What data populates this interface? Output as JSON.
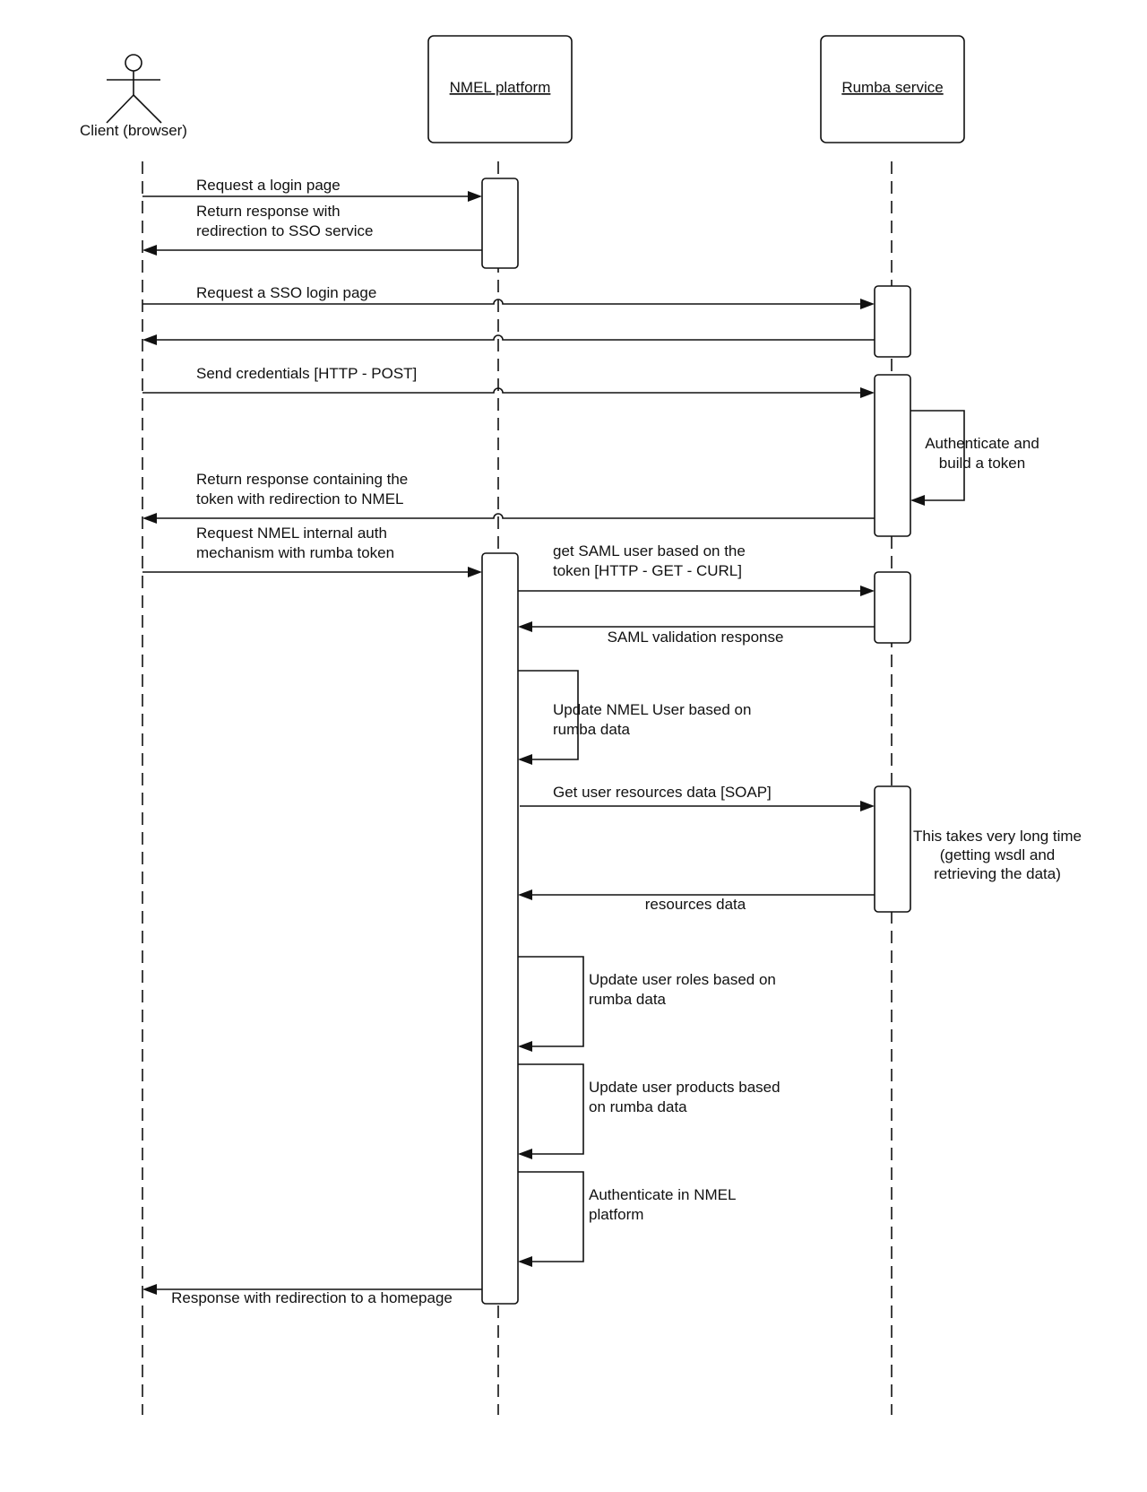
{
  "participants": [
    {
      "id": "client",
      "label": "Client (browser)",
      "kind": "actor"
    },
    {
      "id": "nmel",
      "label": "NMEL platform",
      "kind": "box"
    },
    {
      "id": "rumba",
      "label": "Rumba service",
      "kind": "box"
    }
  ],
  "messages": [
    {
      "lines": [
        "Request a login page"
      ]
    },
    {
      "lines": [
        "Return response with",
        "redirection to SSO service"
      ]
    },
    {
      "lines": [
        "Request a SSO login page"
      ]
    },
    {
      "lines": []
    },
    {
      "lines": [
        "Send credentials [HTTP - POST]"
      ]
    },
    {
      "lines": [
        "Authenticate and",
        "build a token"
      ]
    },
    {
      "lines": [
        "Return response containing the",
        "token with redirection to NMEL"
      ]
    },
    {
      "lines": [
        "Request NMEL internal auth",
        "mechanism with rumba token"
      ]
    },
    {
      "lines": [
        "get SAML user based on the",
        "token [HTTP - GET - CURL]"
      ]
    },
    {
      "lines": [
        "SAML validation response"
      ]
    },
    {
      "lines": [
        "Update NMEL User based on",
        "rumba data"
      ]
    },
    {
      "lines": [
        "Get  user resources data [SOAP]"
      ]
    },
    {
      "lines": [
        "resources data"
      ]
    },
    {
      "lines": [
        "Update user roles based on",
        "rumba data"
      ]
    },
    {
      "lines": [
        "Update user products based",
        "on rumba data"
      ]
    },
    {
      "lines": [
        "Authenticate in NMEL",
        "platform"
      ]
    },
    {
      "lines": [
        "Response with redirection to a homepage"
      ]
    }
  ],
  "notes": [
    {
      "lines": [
        "This takes very long time",
        "(getting wsdl and",
        "retrieving the data)"
      ]
    }
  ]
}
